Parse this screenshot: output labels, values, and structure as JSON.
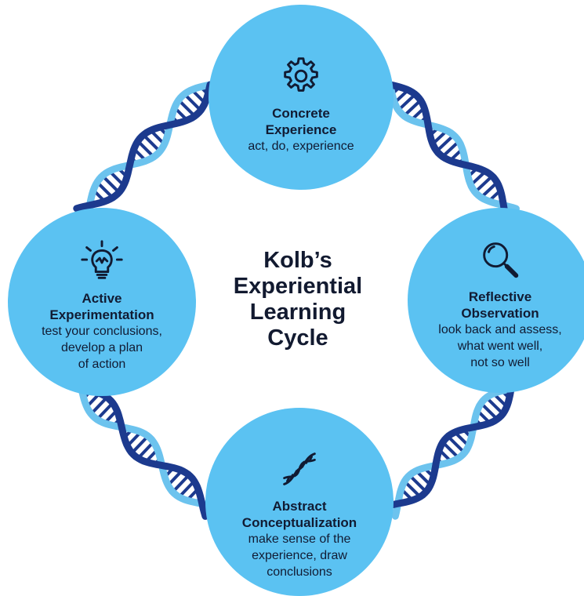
{
  "center": {
    "line1": "Kolb’s",
    "line2": "Experiential",
    "line3": "Learning",
    "line4": "Cycle"
  },
  "stages": {
    "top": {
      "title_line1": "Concrete",
      "title_line2": "Experience",
      "desc_line1": "act, do, experience",
      "icon": "gear-icon"
    },
    "right": {
      "title_line1": "Reflective",
      "title_line2": "Observation",
      "desc_line1": "look back and assess,",
      "desc_line2": "what went well,",
      "desc_line3": "not so well",
      "icon": "magnifier-icon"
    },
    "bottom": {
      "title_line1": "Abstract",
      "title_line2": "Conceptualization",
      "desc_line1": "make sense of the",
      "desc_line2": "experience, draw",
      "desc_line3": "conclusions",
      "icon": "dna-icon"
    },
    "left": {
      "title_line1": "Active",
      "title_line2": "Experimentation",
      "desc_line1": "test your conclusions,",
      "desc_line2": "develop a plan",
      "desc_line3": "of action",
      "icon": "lightbulb-icon"
    }
  },
  "colors": {
    "circle_fill": "#5bc2f2",
    "strand_light": "#6cc3ee",
    "strand_dark": "#1c3a8e",
    "text": "#111b33"
  }
}
